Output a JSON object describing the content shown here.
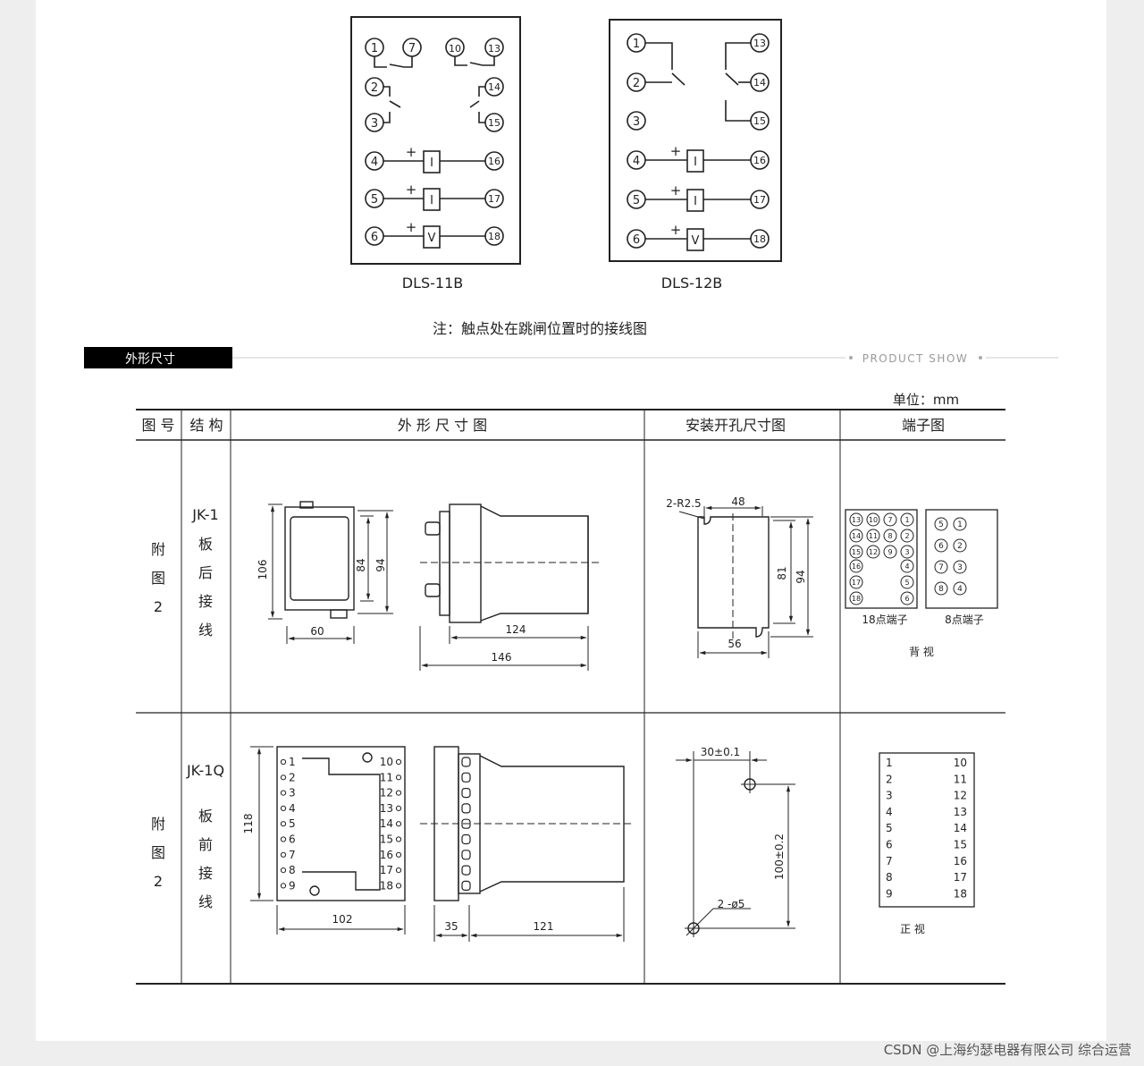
{
  "wiring": {
    "dls11b": {
      "caption": "DLS-11B",
      "left_terminals": [
        "1",
        "2",
        "3",
        "4",
        "5",
        "6"
      ],
      "top_right": [
        "7",
        "10",
        "13"
      ],
      "right_terminals": [
        "14",
        "15",
        "16",
        "17",
        "18"
      ],
      "coils": [
        "I",
        "I",
        "V"
      ],
      "plus": "+"
    },
    "dls12b": {
      "caption": "DLS-12B",
      "left_terminals": [
        "1",
        "2",
        "3",
        "4",
        "5",
        "6"
      ],
      "right_terminals": [
        "13",
        "14",
        "15",
        "16",
        "17",
        "18"
      ],
      "coils": [
        "I",
        "I",
        "V"
      ],
      "plus": "+"
    },
    "note": "注：触点处在跳闸位置时的接线图"
  },
  "section": {
    "title": "外形尺寸",
    "subtitle": "PRODUCT SHOW"
  },
  "table": {
    "unit": "单位：mm",
    "headers": [
      "图 号",
      "结 构",
      "外 形 尺 寸 图",
      "安装开孔尺寸图",
      "端子图"
    ],
    "row1": {
      "fig": [
        "附",
        "图",
        "2"
      ],
      "model": "JK-1",
      "struct": [
        "板",
        "后",
        "接",
        "线"
      ],
      "dims": {
        "h106": "106",
        "h84": "84",
        "h94": "94",
        "w60": "60",
        "w124": "124",
        "w146": "146"
      },
      "hole": {
        "r": "2-R2.5",
        "w48": "48",
        "h81": "81",
        "h94": "94",
        "w56": "56"
      },
      "term18": [
        "13",
        "10",
        "7",
        "1",
        "14",
        "11",
        "8",
        "2",
        "15",
        "12",
        "9",
        "3",
        "16",
        "4",
        "17",
        "5",
        "18",
        "6"
      ],
      "term8": [
        "5",
        "1",
        "6",
        "2",
        "7",
        "3",
        "8",
        "4"
      ],
      "label18": "18点端子",
      "label8": "8点端子",
      "view": "背 视"
    },
    "row2": {
      "fig": [
        "附",
        "图",
        "2"
      ],
      "model": "JK-1Q",
      "struct": [
        "板",
        "前",
        "接",
        "线"
      ],
      "front_left": [
        "1",
        "2",
        "3",
        "4",
        "5",
        "6",
        "7",
        "8",
        "9"
      ],
      "front_right": [
        "10",
        "11",
        "12",
        "13",
        "14",
        "15",
        "16",
        "17",
        "18"
      ],
      "dims": {
        "h118": "118",
        "w102": "102",
        "w35": "35",
        "w121": "121"
      },
      "hole": {
        "w30": "30±0.1",
        "h100": "100±0.2",
        "d": "2 -ø5"
      },
      "term_left": [
        "1",
        "2",
        "3",
        "4",
        "5",
        "6",
        "7",
        "8",
        "9"
      ],
      "term_right": [
        "10",
        "11",
        "12",
        "13",
        "14",
        "15",
        "16",
        "17",
        "18"
      ],
      "view": "正 视"
    }
  },
  "footer": {
    "watermark": "CSDN @上海约瑟电器有限公司 综合运营"
  },
  "colors": {
    "line": "#222222",
    "band": "#000000",
    "page": "#ffffff",
    "bg": "#eeeeee"
  }
}
